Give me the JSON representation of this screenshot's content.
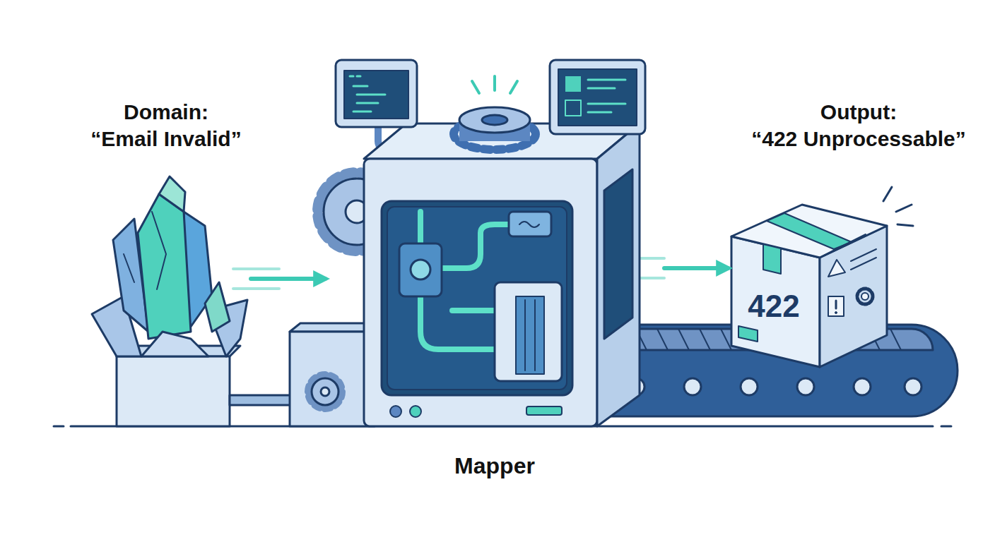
{
  "diagram": {
    "nodes": [
      {
        "text": [
          "Domain: “Email Invalid”"
        ]
      },
      {
        "text": [
          "Mapper"
        ]
      },
      {
        "text": [
          "Output: “422 Unprocessable”",
          "422"
        ]
      }
    ],
    "edges": [
      {
        "from": 0,
        "to": 1,
        "arrow": "to"
      },
      {
        "from": 1,
        "to": 2,
        "arrow": "to"
      }
    ]
  }
}
